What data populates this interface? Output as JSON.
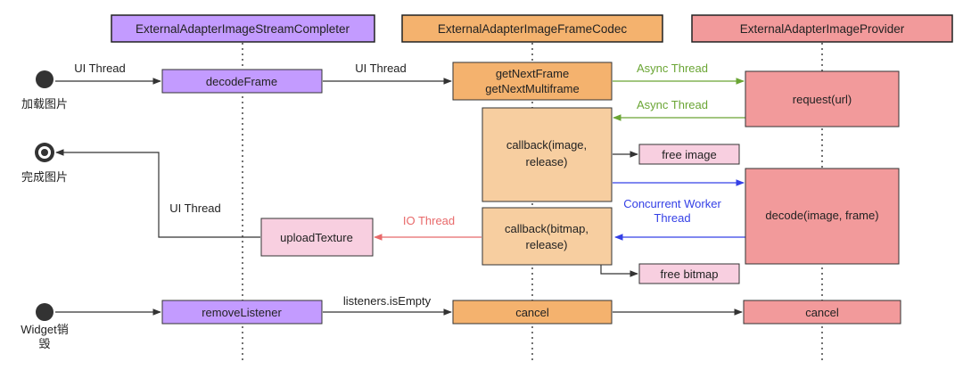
{
  "colors": {
    "purple": "#c39bff",
    "orange": "#f4b26e",
    "lightOrange": "#f7ceA0",
    "pink": "#f29a9b",
    "lightPink": "#f8cfe0",
    "green": "#6aa534",
    "blue": "#3440e6",
    "red": "#e8696a",
    "dark": "#333333"
  },
  "lanes": [
    {
      "title": "ExternalAdapterImageStreamCompleter"
    },
    {
      "title": "ExternalAdapterImageFrameCodec"
    },
    {
      "title": "ExternalAdapterImageProvider"
    }
  ],
  "actors": {
    "load": "加载图片",
    "done": "完成图片",
    "destroy_line1": "Widget销",
    "destroy_line2": "毁"
  },
  "boxes": {
    "decodeFrame": "decodeFrame",
    "getNextFrame_line1": "getNextFrame",
    "getNextFrame_line2": "getNextMultiframe",
    "request": "request(url)",
    "callbackImage_line1": "callback(image,",
    "callbackImage_line2": "release)",
    "freeImage": "free image",
    "decode": "decode(image, frame)",
    "callbackBitmap_line1": "callback(bitmap,",
    "callbackBitmap_line2": "release)",
    "uploadTexture": "uploadTexture",
    "freeBitmap": "free bitmap",
    "removeListener": "removeListener",
    "cancelCodec": "cancel",
    "cancelProvider": "cancel"
  },
  "labels": {
    "uiThread1": "UI Thread",
    "uiThread2": "UI Thread",
    "asyncThread1": "Async Thread",
    "asyncThread2": "Async Thread",
    "uiThread3": "UI Thread",
    "ioThread": "IO Thread",
    "concurrent_line1": "Concurrent Worker",
    "concurrent_line2": "Thread",
    "listenersEmpty": "listeners.isEmpty"
  }
}
